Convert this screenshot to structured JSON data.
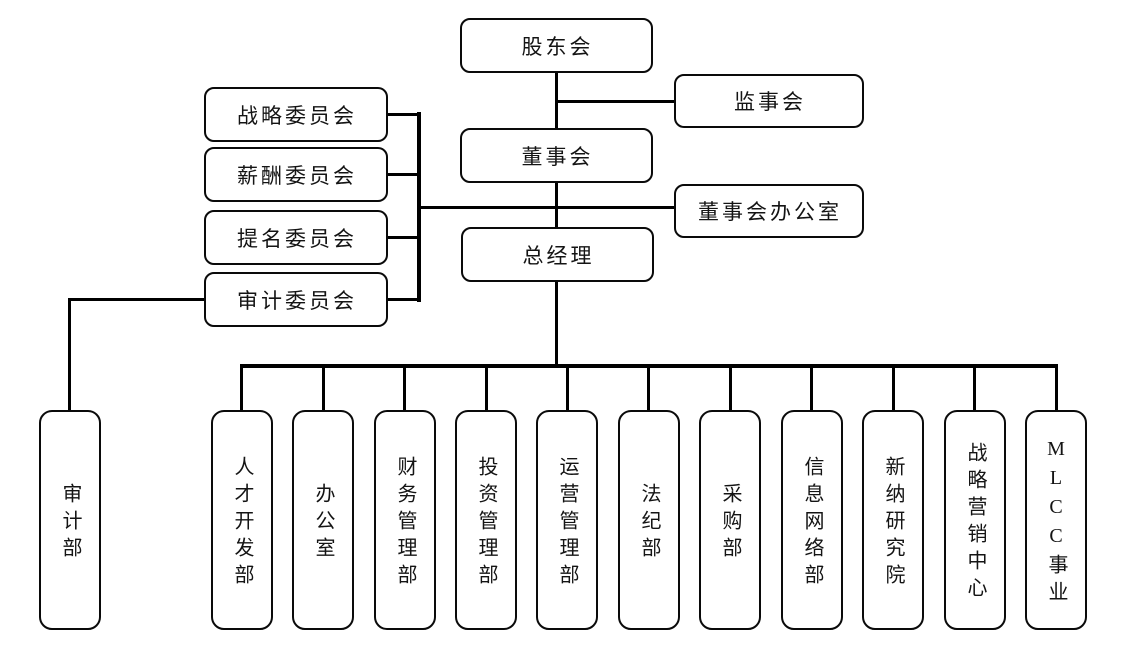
{
  "diagram": {
    "type": "org-chart",
    "background_color": "#ffffff",
    "line_color": "#000000",
    "box_border_color": "#0a0a0a",
    "text_color": "#141414",
    "nodes": {
      "shareholders_meeting": "股东会",
      "supervisory_board": "监事会",
      "board_of_directors": "董事会",
      "board_office": "董事会办公室",
      "general_manager": "总经理"
    },
    "board_committees": [
      "战略委员会",
      "薪酬委员会",
      "提名委员会",
      "审计委员会"
    ],
    "audit_department": "审计部",
    "departments": [
      "人才开发部",
      "办公室",
      "财务管理部",
      "投资管理部",
      "运营管理部",
      "法纪部",
      "采购部",
      "信息网络部",
      "新纳研究院",
      "战略营销中心",
      "MLCC事业"
    ]
  }
}
